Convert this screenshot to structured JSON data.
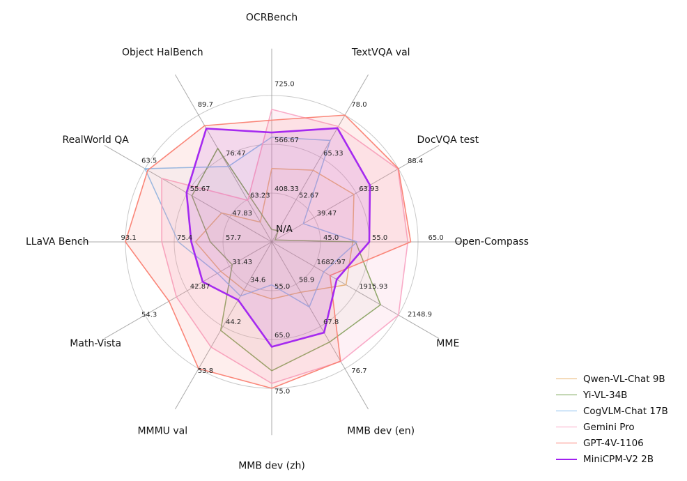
{
  "chart_data": {
    "type": "radar",
    "title": "",
    "center_label": "N/A",
    "grid": true,
    "legend_position": "bottom-right",
    "ring_fractions": [
      0.3333,
      0.6667,
      1.0
    ],
    "categories": [
      {
        "label": "OCRBench",
        "min": 250,
        "max": 725,
        "tick_labels": [
          "408.33",
          "566.67",
          "725.0"
        ]
      },
      {
        "label": "TextVQA val",
        "min": 40,
        "max": 78,
        "tick_labels": [
          "52.67",
          "65.33",
          "78.0"
        ]
      },
      {
        "label": "DocVQA test",
        "min": 15,
        "max": 88.4,
        "tick_labels": [
          "39.47",
          "63.93",
          "88.4"
        ]
      },
      {
        "label": "Open-Compass",
        "min": 35,
        "max": 65,
        "tick_labels": [
          "45.0",
          "55.0",
          "65.0"
        ]
      },
      {
        "label": "MME",
        "min": 1450,
        "max": 2148.9,
        "tick_labels": [
          "1682.97",
          "1915.93",
          "2148.9"
        ]
      },
      {
        "label": "MMB dev (en)",
        "min": 50,
        "max": 76.7,
        "tick_labels": [
          "58.9",
          "67.8",
          "76.7"
        ]
      },
      {
        "label": "MMB dev (zh)",
        "min": 45,
        "max": 75,
        "tick_labels": [
          "55.0",
          "65.0",
          "75.0"
        ]
      },
      {
        "label": "MMMU val",
        "min": 25,
        "max": 53.8,
        "tick_labels": [
          "34.6",
          "44.2",
          "53.8"
        ]
      },
      {
        "label": "Math-Vista",
        "min": 20,
        "max": 54.3,
        "tick_labels": [
          "31.43",
          "42.87",
          "54.3"
        ]
      },
      {
        "label": "LLaVA Bench",
        "min": 40,
        "max": 93.1,
        "tick_labels": [
          "57.7",
          "75.4",
          "93.1"
        ]
      },
      {
        "label": "RealWorld QA",
        "min": 40,
        "max": 63.5,
        "tick_labels": [
          "47.83",
          "55.67",
          "63.5"
        ]
      },
      {
        "label": "Object HalBench",
        "min": 50,
        "max": 89.7,
        "tick_labels": [
          "63.23",
          "76.47",
          "89.7"
        ]
      }
    ],
    "series": [
      {
        "name": "Qwen-VL-Chat 9B",
        "color": "#e8b26a",
        "line_width": 1.5,
        "fill_opacity": 0.05,
        "values": [
          488,
          61.5,
          62.6,
          51.6,
          1860.0,
          60.6,
          56.7,
          35.9,
          33.8,
          67.7,
          49.3,
          56.2
        ]
      },
      {
        "name": "Yi-VL-34B",
        "color": "#74a14e",
        "line_width": 1.5,
        "fill_opacity": 0.05,
        "values": [
          290,
          43.4,
          16.9,
          52.2,
          2050.2,
          71.1,
          71.4,
          45.1,
          30.7,
          62.3,
          54.8,
          79.3
        ]
      },
      {
        "name": "CogVLM-Chat 17B",
        "color": "#86bdee",
        "line_width": 1.5,
        "fill_opacity": 0.05,
        "values": [
          590,
          70.4,
          33.3,
          52.5,
          1736.6,
          63.7,
          53.8,
          37.3,
          34.7,
          73.9,
          63.5,
          73.6
        ]
      },
      {
        "name": "Gemini Pro",
        "color": "#f9a6c5",
        "line_width": 1.6,
        "fill_opacity": 0.16,
        "values": [
          680,
          74.6,
          88.1,
          62.9,
          2148.9,
          75.2,
          74.0,
          48.9,
          45.8,
          79.9,
          60.4,
          63.0
        ]
      },
      {
        "name": "GPT-4V-1106",
        "color": "#fa7f72",
        "line_width": 1.6,
        "fill_opacity": 0.13,
        "values": [
          645,
          78.0,
          88.4,
          63.5,
          1771.5,
          75.1,
          75.0,
          53.8,
          47.8,
          93.1,
          63.0,
          86.4
        ]
      },
      {
        "name": "MiniCPM-V2 2B",
        "color": "#a020f0",
        "line_width": 2.6,
        "fill_opacity": 0.1,
        "values": [
          605,
          74.1,
          71.9,
          55.0,
          1808.6,
          69.1,
          66.5,
          38.2,
          38.7,
          69.2,
          55.8,
          85.5
        ]
      }
    ]
  }
}
